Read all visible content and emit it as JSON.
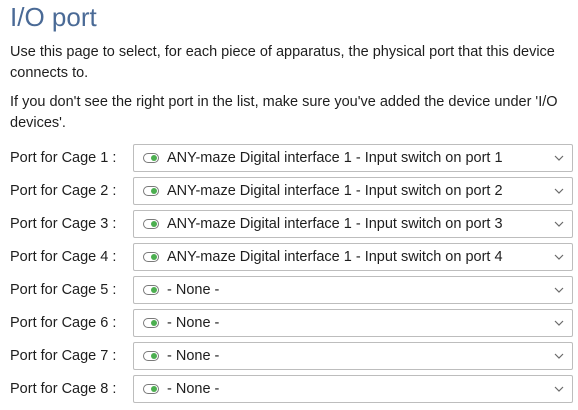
{
  "page": {
    "title": "I/O port",
    "description1": "Use this page to select, for each piece of apparatus, the physical port that this device connects to.",
    "description2": "If you don't see the right port in the list, make sure you've added the device under 'I/O devices'."
  },
  "ports": [
    {
      "label": "Port for Cage 1 :",
      "value": "ANY-maze Digital interface 1 - Input switch on port 1"
    },
    {
      "label": "Port for Cage 2 :",
      "value": "ANY-maze Digital interface 1 - Input switch on port 2"
    },
    {
      "label": "Port for Cage 3 :",
      "value": "ANY-maze Digital interface 1 - Input switch on port 3"
    },
    {
      "label": "Port for Cage 4 :",
      "value": "ANY-maze Digital interface 1 - Input switch on port 4"
    },
    {
      "label": "Port for Cage 5 :",
      "value": "- None -"
    },
    {
      "label": "Port for Cage 6 :",
      "value": "- None -"
    },
    {
      "label": "Port for Cage 7 :",
      "value": "- None -"
    },
    {
      "label": "Port for Cage 8 :",
      "value": "- None -"
    }
  ],
  "icons": {
    "port_icon": "switch-toggle-icon",
    "dropdown_icon": "chevron-down-icon"
  },
  "colors": {
    "title": "#4a6a96",
    "toggle_on": "#4caf50",
    "select_border": "#bdbdbd"
  }
}
